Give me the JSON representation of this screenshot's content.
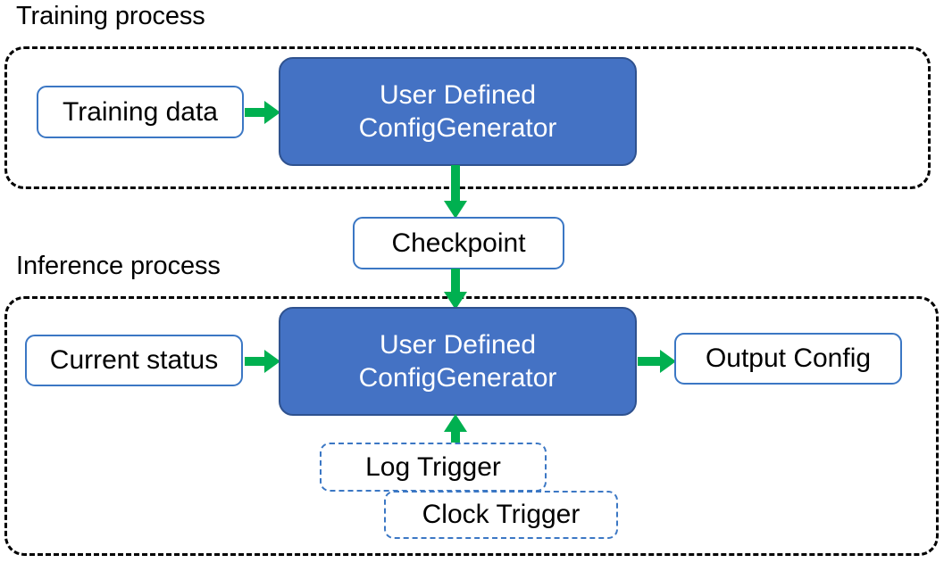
{
  "diagram": {
    "title_training": "Training process",
    "title_inference": "Inference process",
    "colors": {
      "process_fill": "#4472C4",
      "process_stroke": "#2F528F",
      "node_stroke": "#3B77C4",
      "arrow": "#00B050",
      "group_stroke": "#000000",
      "background": "#FFFFFF",
      "text_on_fill": "#FFFFFF",
      "text": "#000000"
    },
    "groups": [
      {
        "id": "training",
        "label": "Training process",
        "style": "dashed-rounded"
      },
      {
        "id": "inference",
        "label": "Inference process",
        "style": "dashed-rounded"
      }
    ],
    "nodes": {
      "training_data": {
        "label": "Training data",
        "style": "outlined"
      },
      "udcg_train": {
        "line1": "User Defined",
        "line2": "ConfigGenerator",
        "style": "filled"
      },
      "checkpoint": {
        "label": "Checkpoint",
        "style": "outlined"
      },
      "current_status": {
        "label": "Current status",
        "style": "outlined"
      },
      "udcg_infer": {
        "line1": "User Defined",
        "line2": "ConfigGenerator",
        "style": "filled"
      },
      "output_config": {
        "label": "Output Config",
        "style": "outlined"
      },
      "log_trigger": {
        "label": "Log Trigger",
        "style": "dashed-outlined"
      },
      "clock_trigger": {
        "label": "Clock Trigger",
        "style": "dashed-outlined"
      }
    },
    "edges": [
      {
        "id": "e1",
        "from": "training_data",
        "to": "udcg_train",
        "direction": "right"
      },
      {
        "id": "e2",
        "from": "udcg_train",
        "to": "checkpoint",
        "direction": "down"
      },
      {
        "id": "e3",
        "from": "checkpoint",
        "to": "udcg_infer",
        "direction": "down"
      },
      {
        "id": "e4",
        "from": "current_status",
        "to": "udcg_infer",
        "direction": "right"
      },
      {
        "id": "e5",
        "from": "udcg_infer",
        "to": "output_config",
        "direction": "right"
      },
      {
        "id": "e6",
        "from": "log_trigger",
        "to": "udcg_infer",
        "direction": "up"
      }
    ]
  }
}
